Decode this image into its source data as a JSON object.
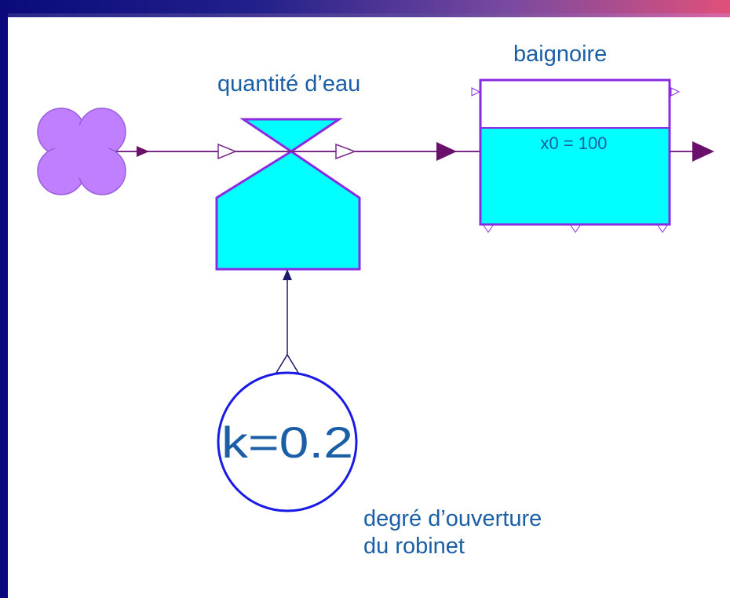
{
  "stock": {
    "name": "baignoire",
    "initial_value": "x0 = 100"
  },
  "flow": {
    "name": "quantité d’eau"
  },
  "converter": {
    "value_text": "k=0.2",
    "label_line1": "degré d’ouverture",
    "label_line2": "du robinet"
  },
  "colors": {
    "stock_fill": "#00ffff",
    "stroke_purple": "#8a2be2",
    "arrow_dark": "#6a0f6a",
    "cloud_fill": "#bf7fff",
    "converter_stroke": "#1a1ae6",
    "label_blue": "#1a5fa6",
    "connector": "#1a1a6e"
  },
  "icons": {
    "source": "cloud-icon",
    "valve": "valve-icon"
  }
}
